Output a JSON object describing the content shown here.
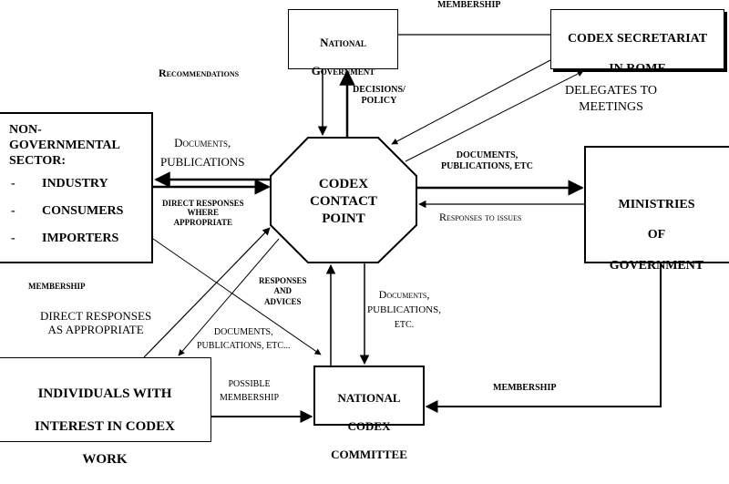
{
  "nodes": {
    "national_government": {
      "line1": "National",
      "line2": "Government"
    },
    "codex_secretariat": {
      "line1": "CODEX SECRETARIAT",
      "line2": "IN ROME"
    },
    "codex_contact_point": {
      "line1": "CODEX",
      "line2": "CONTACT",
      "line3": "POINT"
    },
    "ngo_sector": {
      "title_line1": "NON-",
      "title_line2": "GOVERNMENTAL",
      "title_line3": "SECTOR:",
      "items": [
        {
          "bullet": "-",
          "label": "INDUSTRY"
        },
        {
          "bullet": "-",
          "label": "CONSUMERS"
        },
        {
          "bullet": "-",
          "label": "IMPORTERS"
        }
      ]
    },
    "ministries": {
      "line1": "MINISTRIES",
      "line2": "OF",
      "line3": "GOVERNMENT"
    },
    "individuals": {
      "line1": "INDIVIDUALS WITH",
      "line2": "INTEREST IN CODEX",
      "line3": "WORK"
    },
    "national_codex_committee": {
      "line1": "NATIONAL",
      "line2": "CODEX",
      "line3": "COMMITTEE"
    }
  },
  "edge_labels": {
    "membership_top": "MEMBERSHIP",
    "recommendations": "Recommendations",
    "decisions_policy": {
      "line1": "DECISIONS/",
      "line2": "POLICY"
    },
    "delegates_to_meetings": {
      "line1": "DELEGATES TO",
      "line2": "MEETINGS"
    },
    "documents_publications_left": {
      "line1": "Documents,",
      "line2": "PUBLICATIONS"
    },
    "direct_responses_where": {
      "line1": "DIRECT RESPONSES",
      "line2": "WHERE",
      "line3": "APPROPRIATE"
    },
    "documents_publications_right": {
      "line1": "DOCUMENTS,",
      "line2": "PUBLICATIONS, ETC"
    },
    "responses_to_issues": "Responses to issues",
    "membership_left": "MEMBERSHIP",
    "direct_responses_as": {
      "line1": "DIRECT RESPONSES",
      "line2": "AS APPROPRIATE"
    },
    "responses_and_advices": {
      "line1": "RESPONSES",
      "line2": "AND",
      "line3": "ADVICES"
    },
    "documents_publications_etc_bottom": {
      "line1": "Documents,",
      "line2": "PUBLICATIONS,",
      "line3": "ETC."
    },
    "documents_publications_etc_diag": {
      "line1": "DOCUMENTS,",
      "line2": "PUBLICATIONS, ETC..."
    },
    "possible_membership": {
      "line1": "POSSIBLE",
      "line2": "MEMBERSHIP"
    },
    "membership_bottom": "MEMBERSHIP"
  },
  "colors": {
    "line": "#000000",
    "background": "#ffffff"
  }
}
